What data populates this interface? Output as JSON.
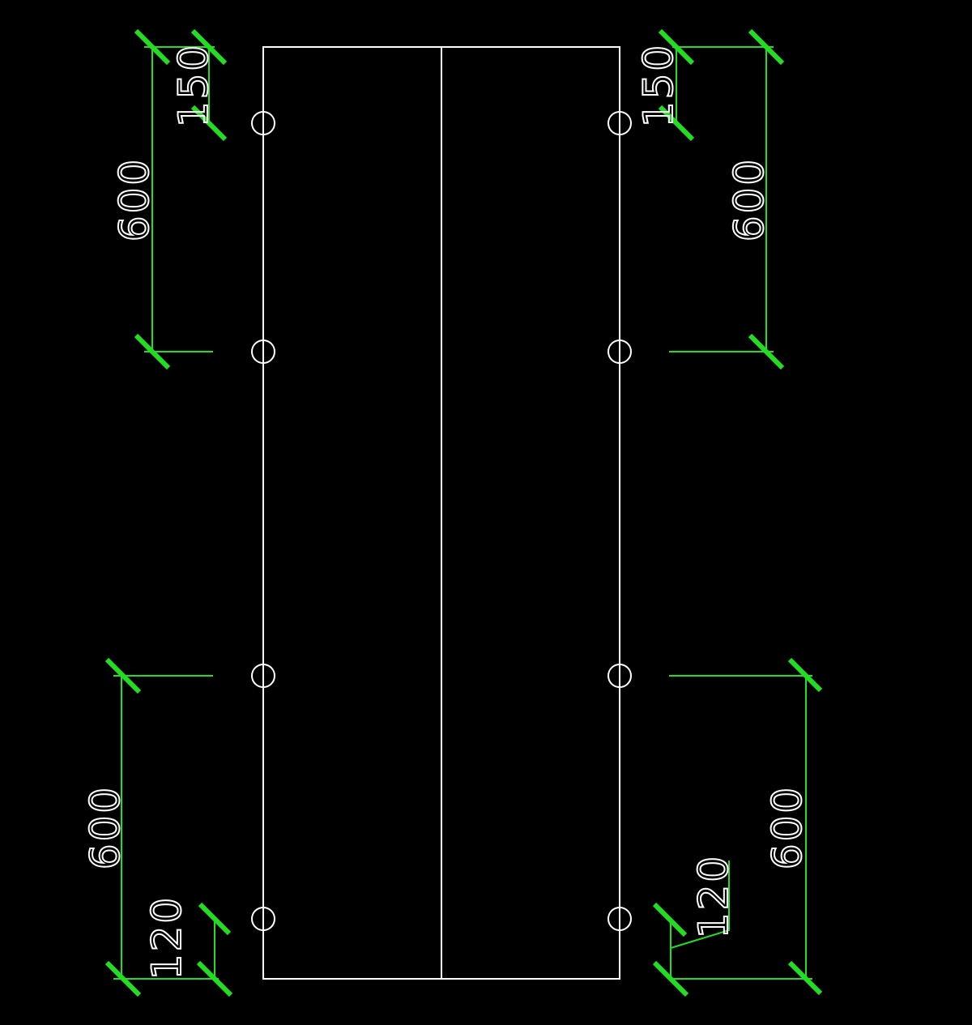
{
  "colors": {
    "background": "#000000",
    "outline": "#ffffff",
    "dimension": "#22dd22"
  },
  "dimensions": {
    "left_top_small": "150",
    "left_top_large": "600",
    "right_top_small": "150",
    "right_top_large": "600",
    "left_bottom_large": "600",
    "left_bottom_small": "120",
    "right_bottom_large": "600",
    "right_bottom_small": "120"
  }
}
